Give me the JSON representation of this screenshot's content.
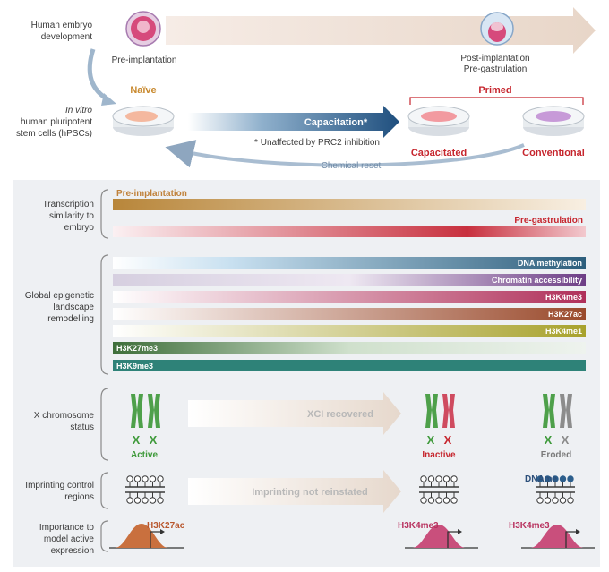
{
  "top": {
    "row1_label": [
      "Human embryo",
      "development"
    ],
    "pre_implantation": "Pre-implantation",
    "post_implantation": [
      "Post-implantation",
      "Pre-gastrulation"
    ],
    "row2_label_italic": "In vitro",
    "row2_label": [
      "human pluripotent",
      "stem cells (hPSCs)"
    ],
    "naive": "Naïve",
    "primed": "Primed",
    "capacitation": "Capacitation*",
    "footnote": "* Unaffected by PRC2 inhibition",
    "capacitated": "Capacitated",
    "conventional": "Conventional",
    "chemical_reset": "Chemical reset"
  },
  "panel": {
    "transcription_label": [
      "Transcription",
      "similarity to",
      "embryo"
    ],
    "pre_implantation_bar": "Pre-implantation",
    "pre_gastrulation_bar": "Pre-gastrulation",
    "epigenetic_label": [
      "Global epigenetic",
      "landscape",
      "remodelling"
    ],
    "bars": [
      {
        "label": "DNA methylation",
        "color": "#2c5e7c"
      },
      {
        "label": "Chromatin accessibility",
        "color": "#6e3e86"
      },
      {
        "label": "H3K4me3",
        "color": "#b0305a"
      },
      {
        "label": "H3K27ac",
        "color": "#9a4a2c"
      },
      {
        "label": "H3K4me1",
        "color": "#a8a22c"
      },
      {
        "label": "H3K27me3",
        "color": "#3e6e3a"
      },
      {
        "label": "H3K9me3",
        "color": "#2e8278"
      }
    ],
    "x_label": [
      "X chromosome",
      "status"
    ],
    "xci_recovered": "XCI recovered",
    "x_marks": "X",
    "active": "Active",
    "inactive": "Inactive",
    "eroded": "Eroded",
    "imprinting_label": [
      "Imprinting control",
      "regions"
    ],
    "imprinting_not": "Imprinting not reinstated",
    "dname": "DNAme",
    "importance_label": [
      "Importance to",
      "model active",
      "expression"
    ],
    "h3k27ac": "H3K27ac",
    "h3k4me3_a": "H3K4me3",
    "h3k4me3_b": "H3K4me3"
  }
}
